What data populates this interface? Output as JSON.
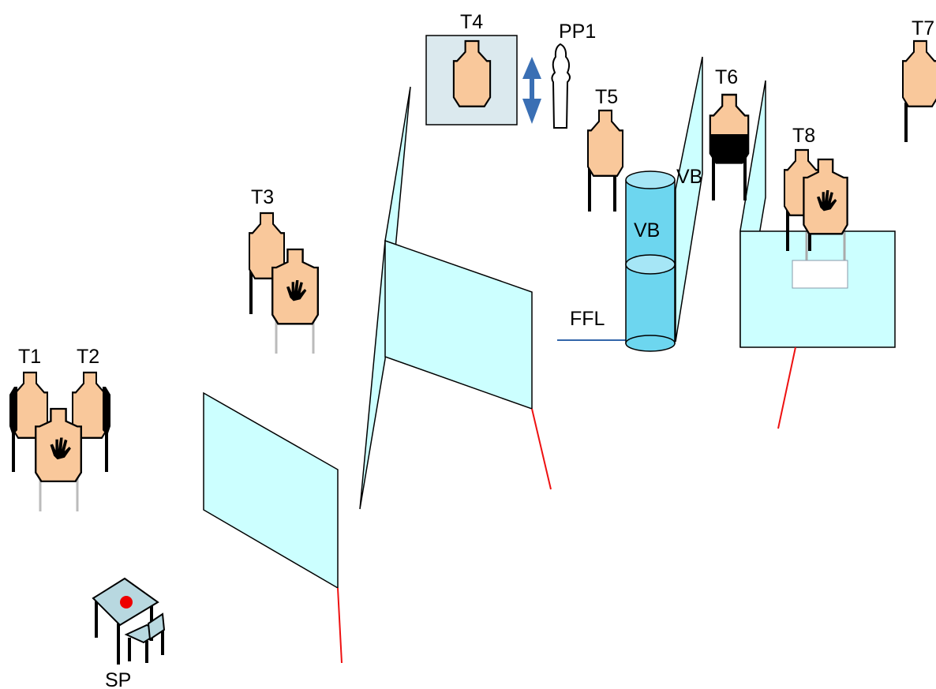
{
  "labels": {
    "t1": "T1",
    "t2": "T2",
    "t3": "T3",
    "t4": "T4",
    "t5": "T5",
    "t6": "T6",
    "t7": "T7",
    "t8": "T8",
    "pp1": "PP1",
    "vb_upper": "VB",
    "vb_barrel": "VB",
    "ffl": "FFL",
    "sp": "SP"
  },
  "colors": {
    "target_fill": "#f9c89b",
    "wall_fill": "#ccffff",
    "barrel_fill": "#6dd6ef",
    "barrel_top": "#a6e6f6",
    "fault_line": "#ee1111",
    "ffl_line": "#3366aa",
    "arrow": "#3a6fb4",
    "t4_box": "#dbe9ee",
    "start_dot": "#ee0000",
    "black_zone": "#000000"
  },
  "icons": {
    "no_shoot": "hand-icon",
    "mover": "double-arrow-icon",
    "popper": "popper-icon",
    "table": "table-icon"
  }
}
